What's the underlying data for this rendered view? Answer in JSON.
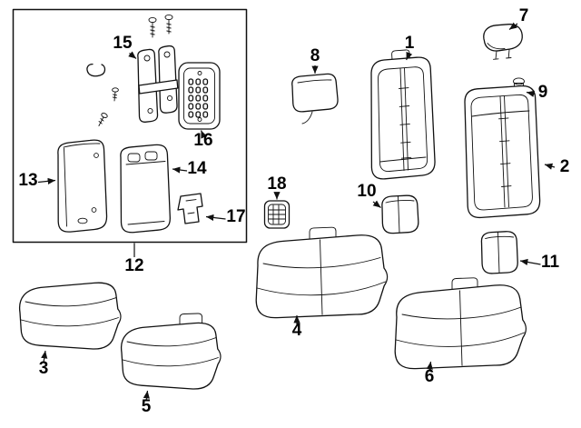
{
  "figure": {
    "type": "exploded-parts-diagram",
    "background_color": "#ffffff",
    "line_color": "#111111",
    "label_color": "#000000"
  },
  "callouts": [
    {
      "num": "1"
    },
    {
      "num": "2"
    },
    {
      "num": "3"
    },
    {
      "num": "4"
    },
    {
      "num": "5"
    },
    {
      "num": "6"
    },
    {
      "num": "7"
    },
    {
      "num": "8"
    },
    {
      "num": "9"
    },
    {
      "num": "10"
    },
    {
      "num": "11"
    },
    {
      "num": "12"
    },
    {
      "num": "13"
    },
    {
      "num": "14"
    },
    {
      "num": "15"
    },
    {
      "num": "16"
    },
    {
      "num": "17"
    },
    {
      "num": "18"
    }
  ]
}
